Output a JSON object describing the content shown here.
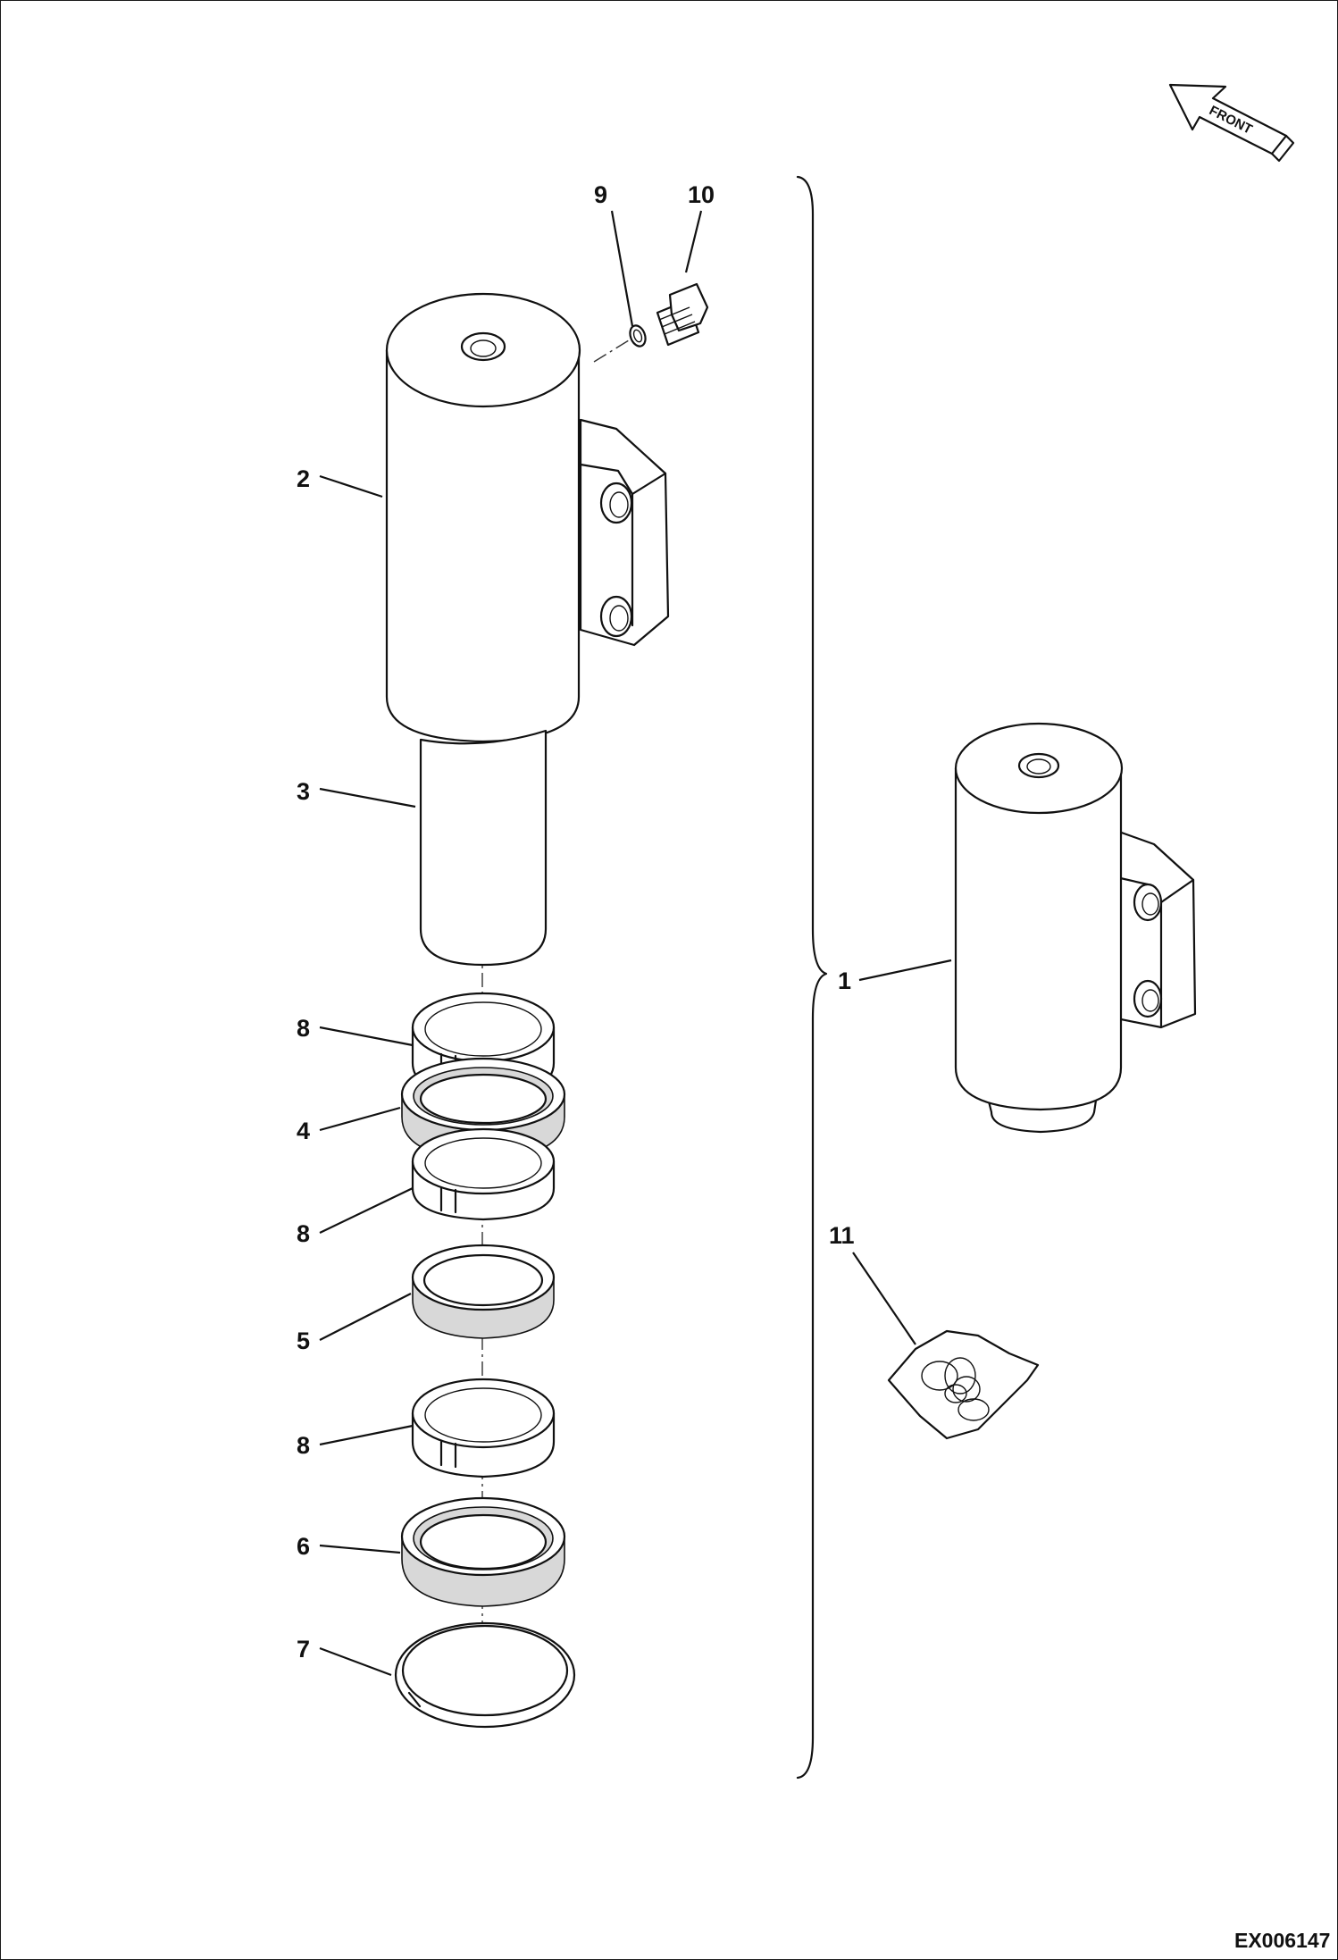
{
  "drawing": {
    "code": "EX006147",
    "front_label": "FRONT",
    "callouts": {
      "c1": "1",
      "c2": "2",
      "c3": "3",
      "c4": "4",
      "c5": "5",
      "c6": "6",
      "c7": "7",
      "c8a": "8",
      "c8b": "8",
      "c8c": "8",
      "c9": "9",
      "c10": "10",
      "c11": "11"
    }
  }
}
